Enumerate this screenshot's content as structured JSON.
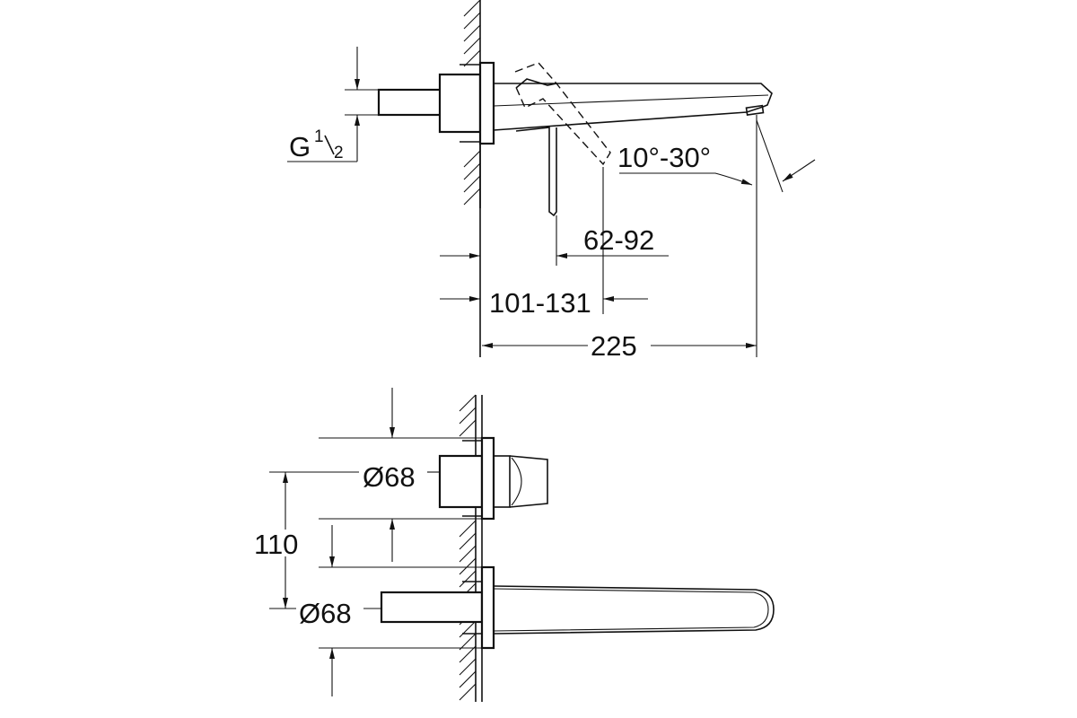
{
  "drawing": {
    "side_view": {
      "thread": {
        "prefix": "G",
        "numerator": "1",
        "denominator": "2"
      },
      "spout_angle": "10°-30°",
      "lever_range": "62-92",
      "projection_range": "101-131",
      "total_length": "225"
    },
    "front_view": {
      "handle_diameter": "Ø68",
      "spout_diameter": "Ø68",
      "center_distance": "110"
    }
  }
}
